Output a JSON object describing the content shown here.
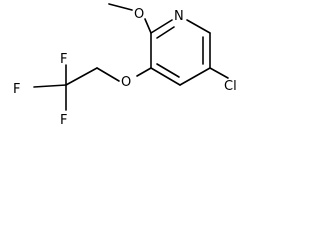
{
  "molecule": {
    "atoms": {
      "methoxy_oxygen": "O",
      "ring_nitrogen": "N",
      "ether_oxygen": "O",
      "chlorine": "Cl",
      "fluorine_top": "F",
      "fluorine_left": "F",
      "fluorine_bottom": "F"
    }
  }
}
